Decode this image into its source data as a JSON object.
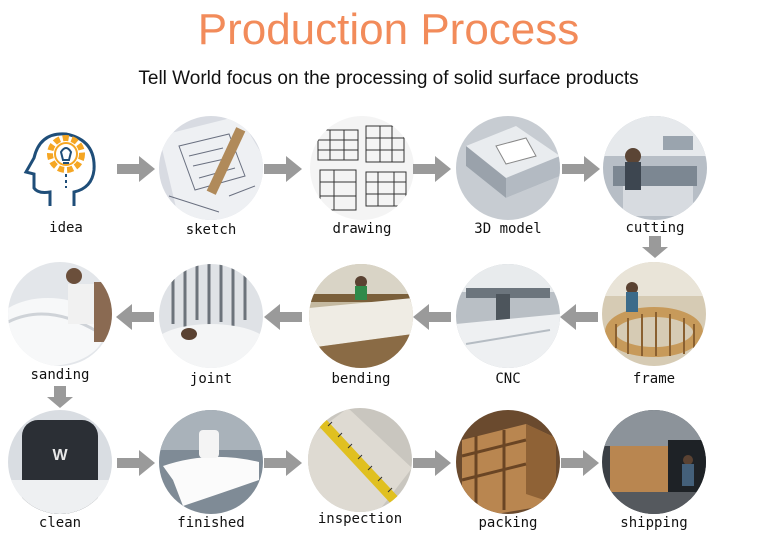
{
  "header": {
    "title": "Production Process",
    "subtitle": "Tell World focus on the processing of solid surface products"
  },
  "steps": [
    {
      "label": "idea",
      "icon": "head-lightbulb-gear-icon"
    },
    {
      "label": "sketch",
      "icon": "sketch-photo"
    },
    {
      "label": "drawing",
      "icon": "drawing-photo"
    },
    {
      "label": "3D model",
      "icon": "3d-model-photo"
    },
    {
      "label": "cutting",
      "icon": "cutting-photo"
    },
    {
      "label": "frame",
      "icon": "frame-photo"
    },
    {
      "label": "CNC",
      "icon": "cnc-photo"
    },
    {
      "label": "bending",
      "icon": "bending-photo"
    },
    {
      "label": "joint",
      "icon": "joint-photo"
    },
    {
      "label": "sanding",
      "icon": "sanding-photo"
    },
    {
      "label": "clean",
      "icon": "clean-photo"
    },
    {
      "label": "finished",
      "icon": "finished-photo"
    },
    {
      "label": "inspection",
      "icon": "inspection-photo"
    },
    {
      "label": "packing",
      "icon": "packing-photo"
    },
    {
      "label": "shipping",
      "icon": "shipping-photo"
    }
  ],
  "colors": {
    "title": "#f28b5a",
    "arrow": "#9a9a9a",
    "icon_outline": "#1f4e79",
    "icon_bulb": "#f5a623"
  }
}
